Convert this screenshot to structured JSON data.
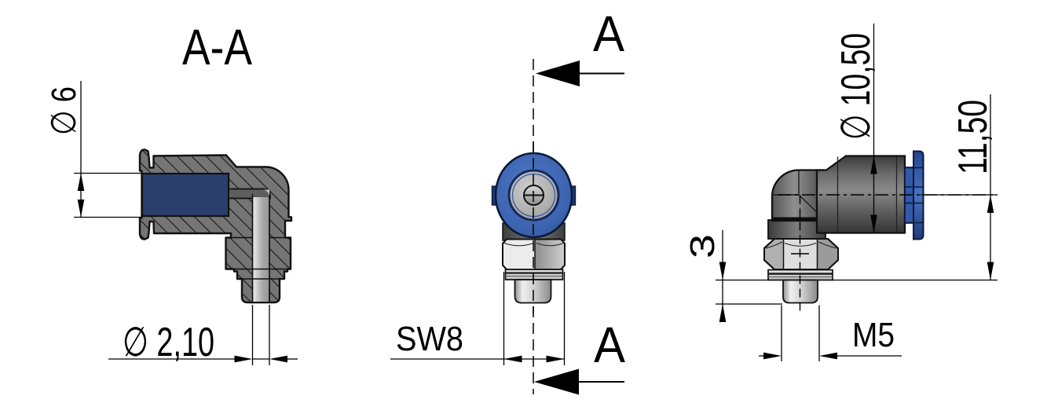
{
  "labels": {
    "section_title": "A-A",
    "cut_arrow_top": "A",
    "cut_arrow_bottom": "A",
    "dim_tube_diameter": "∅ 6",
    "dim_bore_diameter": "∅ 2,10",
    "dim_wrench_size": "SW8",
    "dim_collet_diameter": "∅ 10,50",
    "dim_overall_height": "11,50",
    "dim_thread_length": "3",
    "dim_thread_size": "M5"
  },
  "colors": {
    "background": "#ffffff",
    "line_black": "#000000",
    "body_gray": "#757575",
    "body_dark_gray": "#4a4a4a",
    "section_fill_blue": "#2b3f6c",
    "collet_blue": "#3c63ae",
    "collet_blue_dark": "#1e3a74",
    "metal_light": "#e9e9e9",
    "metal_mid": "#c4c4c4"
  }
}
